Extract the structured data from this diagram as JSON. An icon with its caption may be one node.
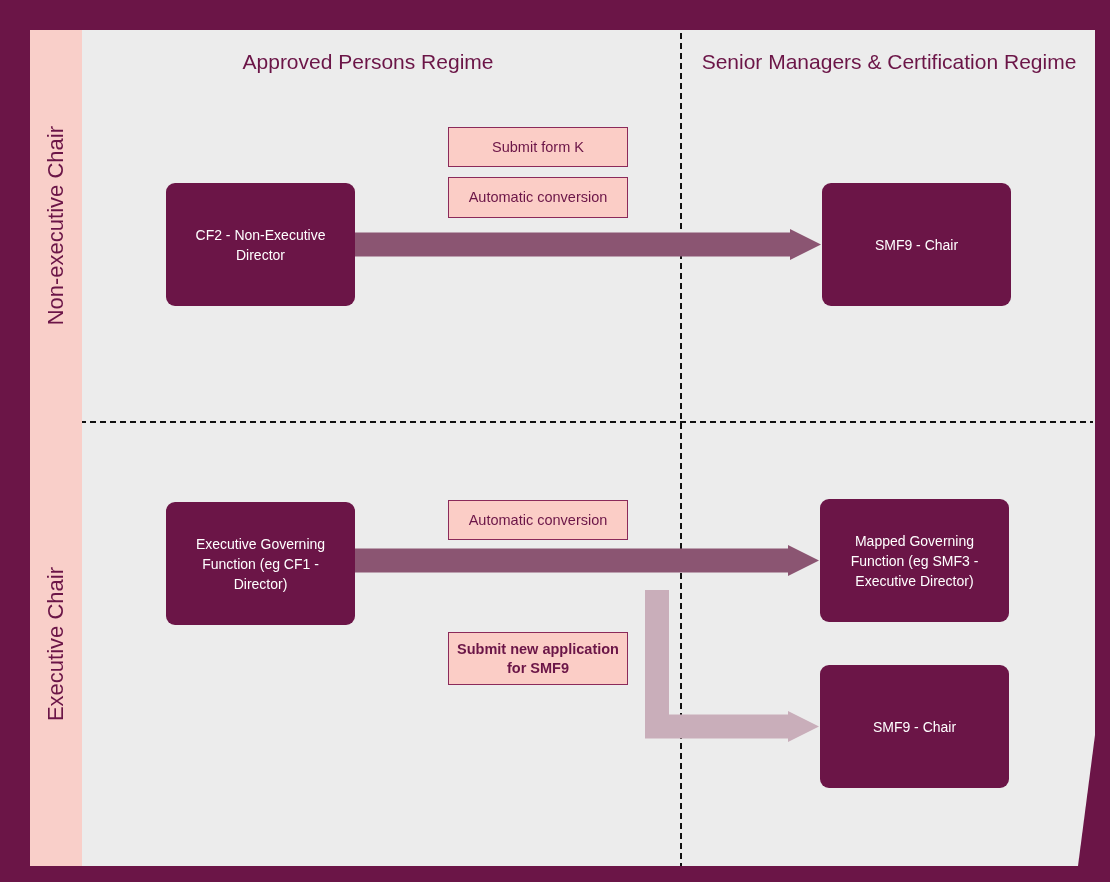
{
  "diagram": {
    "nodes": [
      {
        "text": [
          "Non-executive Chair"
        ]
      },
      {
        "text": [
          "Executive Chair"
        ]
      },
      {
        "text": [
          "Submit form K"
        ]
      },
      {
        "text": [
          "Automatic conversion"
        ]
      },
      {
        "text": [
          "CF2 - Non-Executive Director"
        ]
      },
      {
        "text": [
          "SMF9 - Chair"
        ]
      },
      {
        "text": [
          "Automatic conversion"
        ]
      },
      {
        "text": [
          "Executive Governing Function (eg CF1 - Director)"
        ]
      },
      {
        "text": [
          "Mapped Governing Function (eg SMF3 - Executive Director)"
        ]
      },
      {
        "text": [
          "Submit new application for SMF9"
        ]
      },
      {
        "text": [
          "SMF9 - Chair"
        ]
      }
    ],
    "edges": [
      {
        "from": 4,
        "to": 5,
        "arrow": "to"
      },
      {
        "from": 7,
        "to": 8,
        "arrow": "to"
      },
      {
        "from": null,
        "to": 10,
        "arrow": "to",
        "color": "#c9aeba"
      }
    ],
    "labels": [
      "Approved Persons Regime",
      "Senior Managers & Certification Regime"
    ]
  }
}
